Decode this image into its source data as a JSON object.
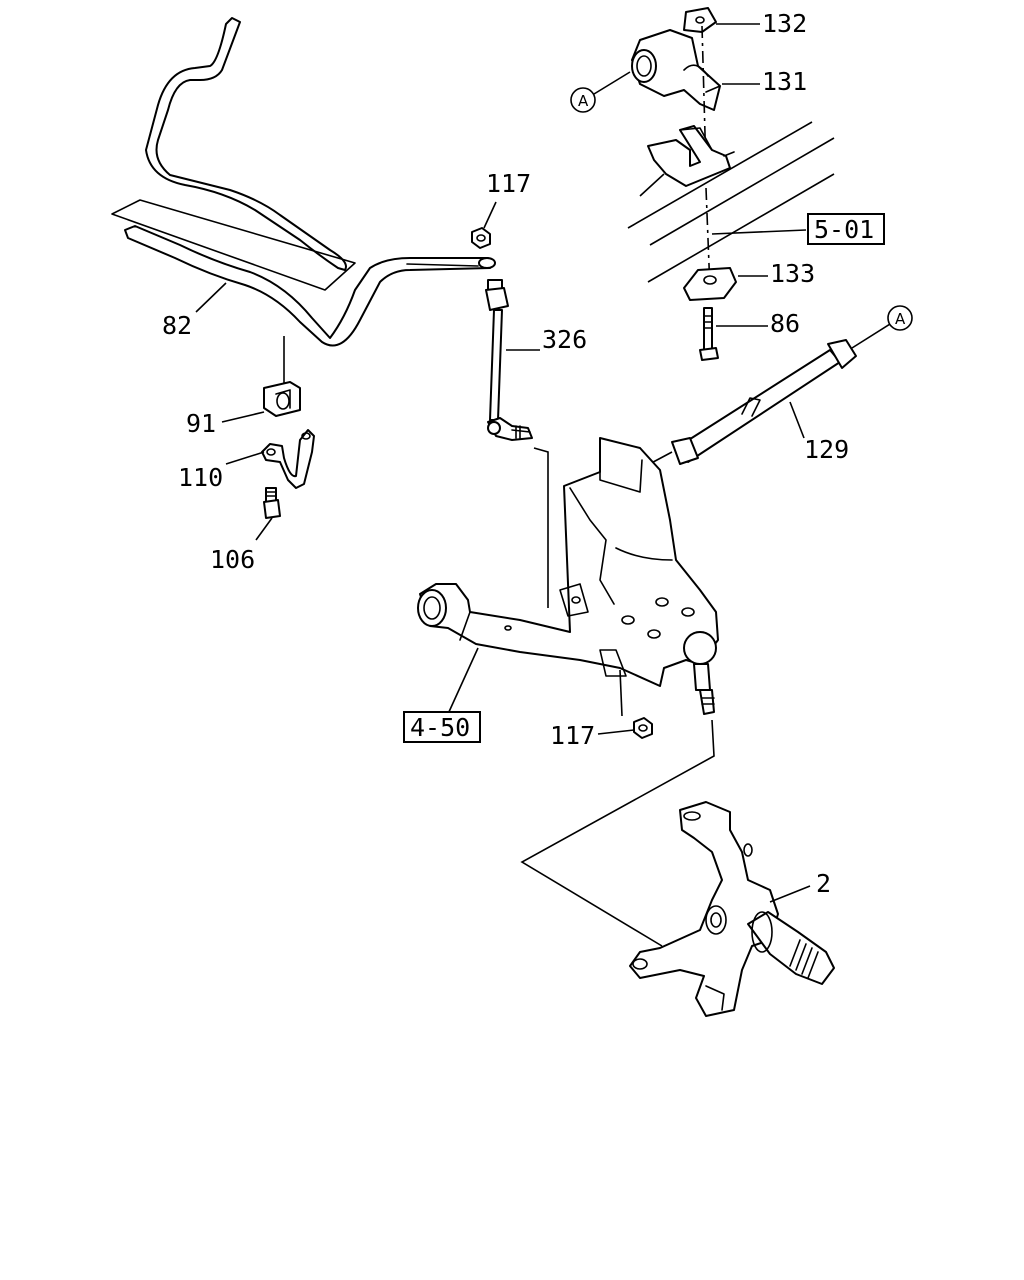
{
  "callouts": {
    "p132": "132",
    "p131": "131",
    "p133": "133",
    "p86": "86",
    "p117_top": "117",
    "p82": "82",
    "p326": "326",
    "p91": "91",
    "p110": "110",
    "p106": "106",
    "p129": "129",
    "p117_bottom": "117",
    "p2": "2"
  },
  "references": {
    "ref_frame": "5-01",
    "ref_lower_arm": "4-50"
  },
  "connectors": {
    "circle_a_left": "A",
    "circle_a_right": "A"
  }
}
